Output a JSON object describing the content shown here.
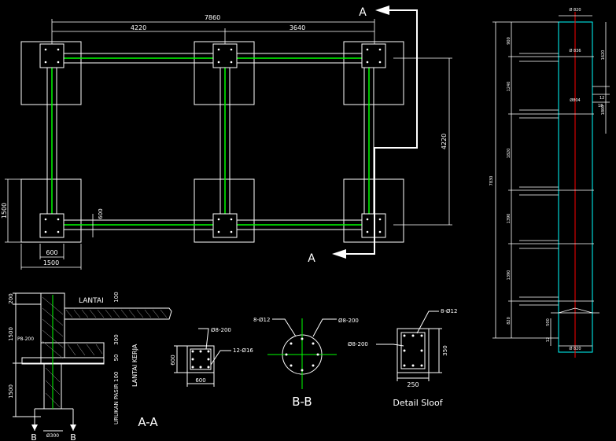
{
  "plan": {
    "dims": {
      "total": "7860",
      "left_span": "4220",
      "right_span": "3640",
      "vertical_span": "4220",
      "footing_height": "1500",
      "column_width": "600",
      "footing_width_small": "600",
      "footing_width": "1500",
      "column_offset": "600"
    },
    "section_markers": {
      "top": "A",
      "bottom": "A"
    }
  },
  "section_aa": {
    "title": "A-A",
    "labels": {
      "lantai": "LANTAI",
      "lantai_kerja": "LANTAI KERJA",
      "urukan": "URUKAN PASIR 100",
      "plate": "P8-200",
      "d200": "200",
      "d1500a": "1500",
      "d1500b": "1500",
      "d100": "100",
      "d300": "300",
      "d50": "50",
      "d300b": "Ø300"
    },
    "markers": {
      "left": "B",
      "right": "B"
    }
  },
  "column_detail": {
    "rebar_stirrup": "Ø8-200",
    "rebar_main": "12-Ø16",
    "width": "600",
    "height": "600"
  },
  "section_bb": {
    "title": "B-B",
    "rebar_main": "8-Ø12",
    "rebar_spiral": "Ø8-200"
  },
  "sloof_detail": {
    "title": "Detail Sloof",
    "rebar_main": "8-Ø12",
    "rebar_stirrup": "Ø8-200",
    "height": "350",
    "width": "250"
  },
  "pile_elevation": {
    "top_label": "Ø 820",
    "bottom_label": "Ø 820",
    "mid_label_1": "Ø 836",
    "mid_label_2": "Ø804",
    "total_length": "7830",
    "segments": [
      "900",
      "1240",
      "1820",
      "1390",
      "1390",
      "820"
    ],
    "side_dims": [
      "1620",
      "1800"
    ],
    "small_dims": [
      "12",
      "18",
      "500",
      "12"
    ]
  },
  "colors": {
    "background": "#000000",
    "lines": "#ffffff",
    "beam": "#00ff00",
    "center_line": "#ff0000",
    "pile_outline": "#00ffff"
  }
}
